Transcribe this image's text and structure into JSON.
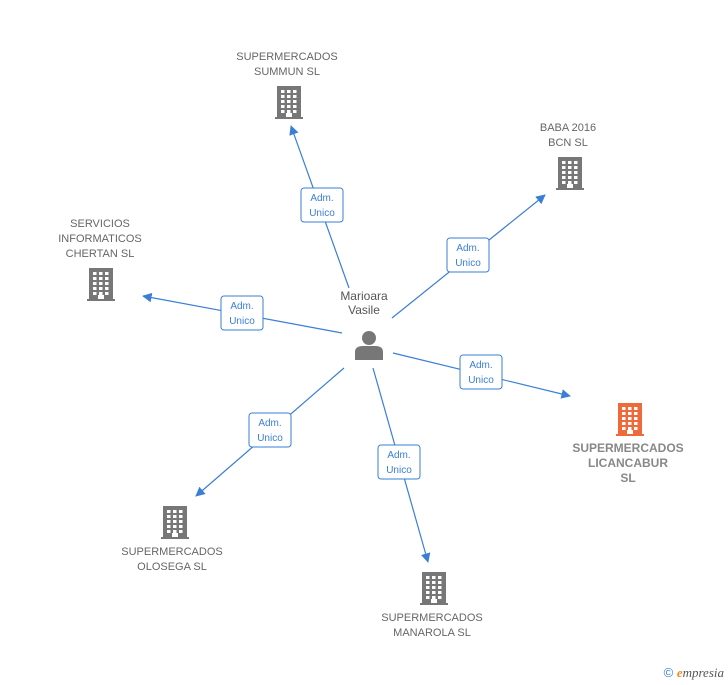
{
  "colors": {
    "edge": "#3a7fd5",
    "company": "#777777",
    "highlight": "#ef6a3a",
    "person": "#777777"
  },
  "center": {
    "name_lines": [
      "Marioara",
      "Vasile"
    ],
    "icon": "person-icon"
  },
  "nodes": [
    {
      "id": "summun",
      "lines": [
        "SUPERMERCADOS",
        "SUMMUN  SL"
      ],
      "icon": "building-icon",
      "highlight": false
    },
    {
      "id": "baba",
      "lines": [
        "BABA 2016",
        "BCN  SL"
      ],
      "icon": "building-icon",
      "highlight": false
    },
    {
      "id": "servicios",
      "lines": [
        "SERVICIOS",
        "INFORMATICOS",
        "CHERTAN  SL"
      ],
      "icon": "building-icon",
      "highlight": false
    },
    {
      "id": "licancabur",
      "lines": [
        "SUPERMERCADOS",
        "LICANCABUR",
        "SL"
      ],
      "icon": "building-icon",
      "highlight": true
    },
    {
      "id": "olosega",
      "lines": [
        "SUPERMERCADOS",
        "OLOSEGA  SL"
      ],
      "icon": "building-icon",
      "highlight": false
    },
    {
      "id": "manarola",
      "lines": [
        "SUPERMERCADOS",
        "MANAROLA  SL"
      ],
      "icon": "building-icon",
      "highlight": false
    }
  ],
  "edges": [
    {
      "to": "summun",
      "label_lines": [
        "Adm.",
        "Unico"
      ]
    },
    {
      "to": "baba",
      "label_lines": [
        "Adm.",
        "Unico"
      ]
    },
    {
      "to": "servicios",
      "label_lines": [
        "Adm.",
        "Unico"
      ]
    },
    {
      "to": "licancabur",
      "label_lines": [
        "Adm.",
        "Unico"
      ]
    },
    {
      "to": "olosega",
      "label_lines": [
        "Adm.",
        "Unico"
      ]
    },
    {
      "to": "manarola",
      "label_lines": [
        "Adm.",
        "Unico"
      ]
    }
  ],
  "footer": {
    "copyright": "©",
    "brand_e": "e",
    "brand_rest": "mpresia"
  }
}
